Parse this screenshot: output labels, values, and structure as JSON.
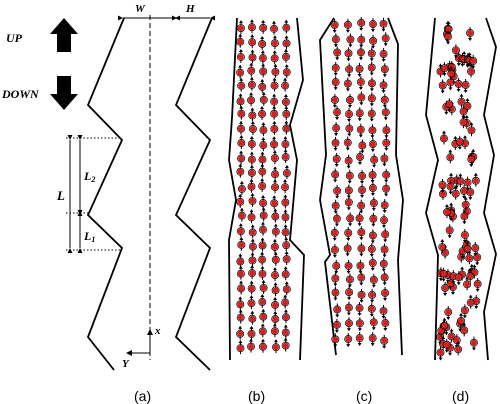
{
  "figure": {
    "direction_labels": {
      "up": "UP",
      "down": "DOWN"
    },
    "dimension_labels": {
      "w": "W",
      "h": "H",
      "l": "L",
      "l1": "L",
      "l1_sub": "1",
      "l2": "L",
      "l2_sub": "2"
    },
    "axis_labels": {
      "x": "x",
      "y": "Y"
    },
    "panel_labels": [
      "(a)",
      "(b)",
      "(c)",
      "(d)"
    ],
    "colors": {
      "wall": "#000000",
      "particle": "#d42020",
      "arrow": "#000000"
    }
  }
}
